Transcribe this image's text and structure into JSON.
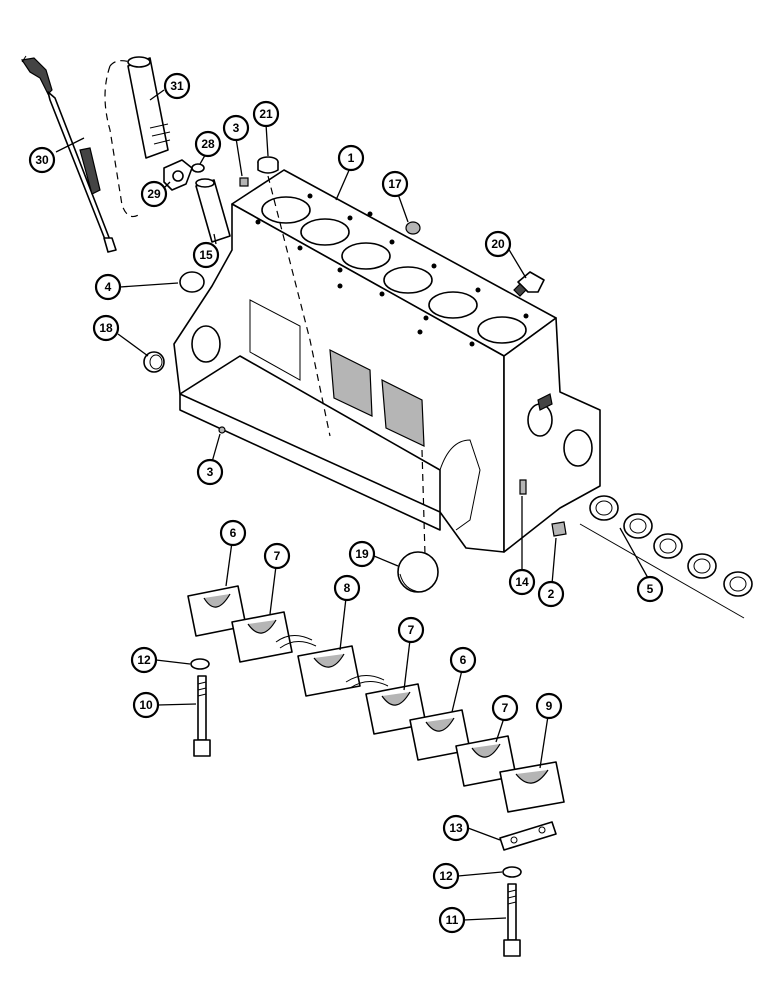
{
  "callouts": [
    {
      "id": "c1",
      "label": "1"
    },
    {
      "id": "c2",
      "label": "2"
    },
    {
      "id": "c3a",
      "label": "3"
    },
    {
      "id": "c3b",
      "label": "3"
    },
    {
      "id": "c4",
      "label": "4"
    },
    {
      "id": "c5",
      "label": "5"
    },
    {
      "id": "c6a",
      "label": "6"
    },
    {
      "id": "c6b",
      "label": "6"
    },
    {
      "id": "c7a",
      "label": "7"
    },
    {
      "id": "c7b",
      "label": "7"
    },
    {
      "id": "c7c",
      "label": "7"
    },
    {
      "id": "c8",
      "label": "8"
    },
    {
      "id": "c9",
      "label": "9"
    },
    {
      "id": "c10",
      "label": "10"
    },
    {
      "id": "c11",
      "label": "11"
    },
    {
      "id": "c12a",
      "label": "12"
    },
    {
      "id": "c12b",
      "label": "12"
    },
    {
      "id": "c13",
      "label": "13"
    },
    {
      "id": "c14",
      "label": "14"
    },
    {
      "id": "c15",
      "label": "15"
    },
    {
      "id": "c17",
      "label": "17"
    },
    {
      "id": "c18",
      "label": "18"
    },
    {
      "id": "c19",
      "label": "19"
    },
    {
      "id": "c20",
      "label": "20"
    },
    {
      "id": "c21",
      "label": "21"
    },
    {
      "id": "c28",
      "label": "28"
    },
    {
      "id": "c29",
      "label": "29"
    },
    {
      "id": "c30",
      "label": "30"
    },
    {
      "id": "c31",
      "label": "31"
    }
  ]
}
